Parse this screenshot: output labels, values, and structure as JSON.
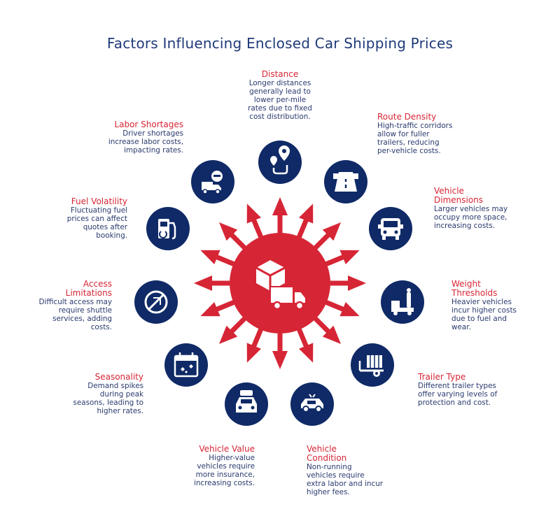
{
  "title": "Factors Influencing Enclosed Car Shipping Prices",
  "colors": {
    "navy": "#0f2a66",
    "red": "#d62535",
    "text": "#2a3a6e"
  },
  "center_icon": "truck-with-package-icon",
  "factors": [
    {
      "key": "distance",
      "title": "Distance",
      "desc": "Longer distances generally lead to lower per-mile rates due to fixed cost distribution.",
      "icon": "route-map-pin-icon"
    },
    {
      "key": "route_density",
      "title": "Route Density",
      "desc": "High-traffic corridors allow for fuller trailers, reducing per-vehicle costs.",
      "icon": "highway-icon"
    },
    {
      "key": "vehicle_dimensions",
      "title": "Vehicle Dimensions",
      "desc": "Larger vehicles may occupy more space, increasing costs.",
      "icon": "bus-icon"
    },
    {
      "key": "weight_thresholds",
      "title": "Weight Thresholds",
      "desc": "Heavier vehicles incur higher costs due to fuel and wear.",
      "icon": "weight-scale-icon"
    },
    {
      "key": "trailer_type",
      "title": "Trailer Type",
      "desc": "Different trailer types offer varying levels of protection and cost.",
      "icon": "trailer-icon"
    },
    {
      "key": "vehicle_condition",
      "title": "Vehicle Condition",
      "desc": "Non-running vehicles require extra labor and incur higher fees.",
      "icon": "broken-car-icon"
    },
    {
      "key": "vehicle_value",
      "title": "Vehicle Value",
      "desc": "Higher-value vehicles require more insurance, increasing costs.",
      "icon": "luxury-car-icon"
    },
    {
      "key": "seasonality",
      "title": "Seasonality",
      "desc": "Demand spikes during peak seasons, leading to higher rates.",
      "icon": "calendar-icon"
    },
    {
      "key": "access_limitations",
      "title": "Access Limitations",
      "desc": "Difficult access may require shuttle services, adding costs.",
      "icon": "no-access-icon"
    },
    {
      "key": "fuel_volatility",
      "title": "Fuel Volatility",
      "desc": "Fluctuating fuel prices can affect quotes after booking.",
      "icon": "fuel-pump-icon"
    },
    {
      "key": "labor_shortages",
      "title": "Labor Shortages",
      "desc": "Driver shortages increase labor costs, impacting rates.",
      "icon": "driver-truck-icon"
    }
  ]
}
